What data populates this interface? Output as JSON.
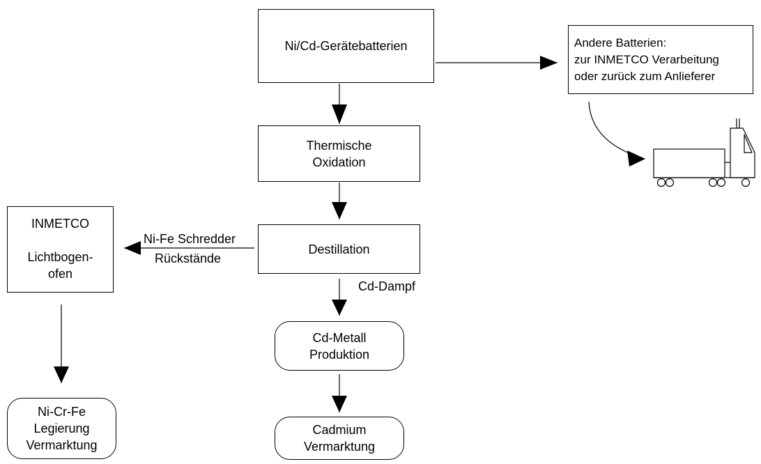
{
  "nodes": {
    "input": {
      "lines": [
        "Ni/Cd-Gerätebatterien"
      ]
    },
    "other": {
      "lines": [
        "Andere Batterien:",
        "zur INMETCO Verarbeitung",
        "oder zurück zum Anlieferer"
      ]
    },
    "thermal": {
      "lines": [
        "Thermische",
        "Oxidation"
      ]
    },
    "distillation": {
      "lines": [
        "Destillation"
      ]
    },
    "inmetco": {
      "lines": [
        "INMETCO",
        "",
        "Lichtbogen-",
        "ofen"
      ]
    },
    "cd_metal": {
      "lines": [
        "Cd-Metall",
        "Produktion"
      ]
    },
    "cadmium": {
      "lines": [
        "Cadmium",
        "Vermarktung"
      ]
    },
    "alloy": {
      "lines": [
        "Ni-Cr-Fe",
        "Legierung",
        "Vermarktung"
      ]
    }
  },
  "edge_labels": {
    "shredder_top": "Ni-Fe Schredder",
    "shredder_bottom": "Rückstände",
    "cd_vapor": "Cd-Dampf"
  },
  "icons": [
    "truck-icon"
  ]
}
